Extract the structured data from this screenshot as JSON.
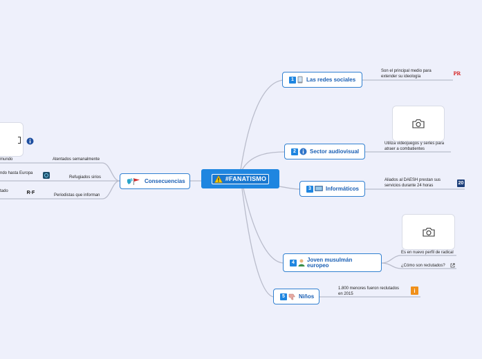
{
  "root": {
    "label": "#FANATISMO",
    "icon": "warning-icon"
  },
  "branches": [
    {
      "id": "redes",
      "number": "1",
      "label": "Las redes sociales",
      "icon": "phone-icon",
      "leaf": "Son el principal medio para extender su ideología",
      "leaf_icon": "pr-logo-icon",
      "leaf_icon_text": "PR"
    },
    {
      "id": "audiovisual",
      "number": "2",
      "label": "Sector audiovisual",
      "icon": "info-icon",
      "leaf": "Utiliza videojuegos y series para atraer a combatientes",
      "photo_icon": "camera-icon"
    },
    {
      "id": "informaticos",
      "number": "3",
      "label": "Informáticos",
      "icon": "monitor-icon",
      "leaf": "Aliados al DAESH prestan sus servicios  durante 24 horas",
      "leaf_icon": "20-minutos-logo-icon",
      "leaf_icon_text": "20"
    },
    {
      "id": "joven",
      "number": "4",
      "label": "Joven musulmán europeo",
      "icon": "person-icon",
      "leaves": [
        "Es en nuevo perfil de radical",
        "¿Cómo son reclutados?"
      ],
      "photo_icon": "camera-icon",
      "link_icon": "external-link-icon"
    },
    {
      "id": "ninos",
      "number": "5",
      "label": "Niños",
      "icon": "thumbs-down-icon",
      "leaf": "1.800 menores fueron reclutados en 2015",
      "leaf_icon": "orange-info-icon",
      "leaf_icon_text": "i"
    }
  ],
  "consecuencias": {
    "label": "Consecuencias",
    "icon": "map-flag-icon",
    "leaves": [
      {
        "label": "Atentados semanalmente",
        "sub": "mundo"
      },
      {
        "label": "Refugiados sirios",
        "sub": "ndo hasta Europa",
        "icon": "news-logo-icon"
      },
      {
        "label": "Periodistas que informan",
        "sub": "tado",
        "icon": "rf-logo-icon",
        "icon_text": "R·F"
      }
    ],
    "top_icon": "circle-logo-icon"
  },
  "colors": {
    "accent": "#1f86e0",
    "line": "#b9bccb",
    "background": "#eef0fb"
  }
}
